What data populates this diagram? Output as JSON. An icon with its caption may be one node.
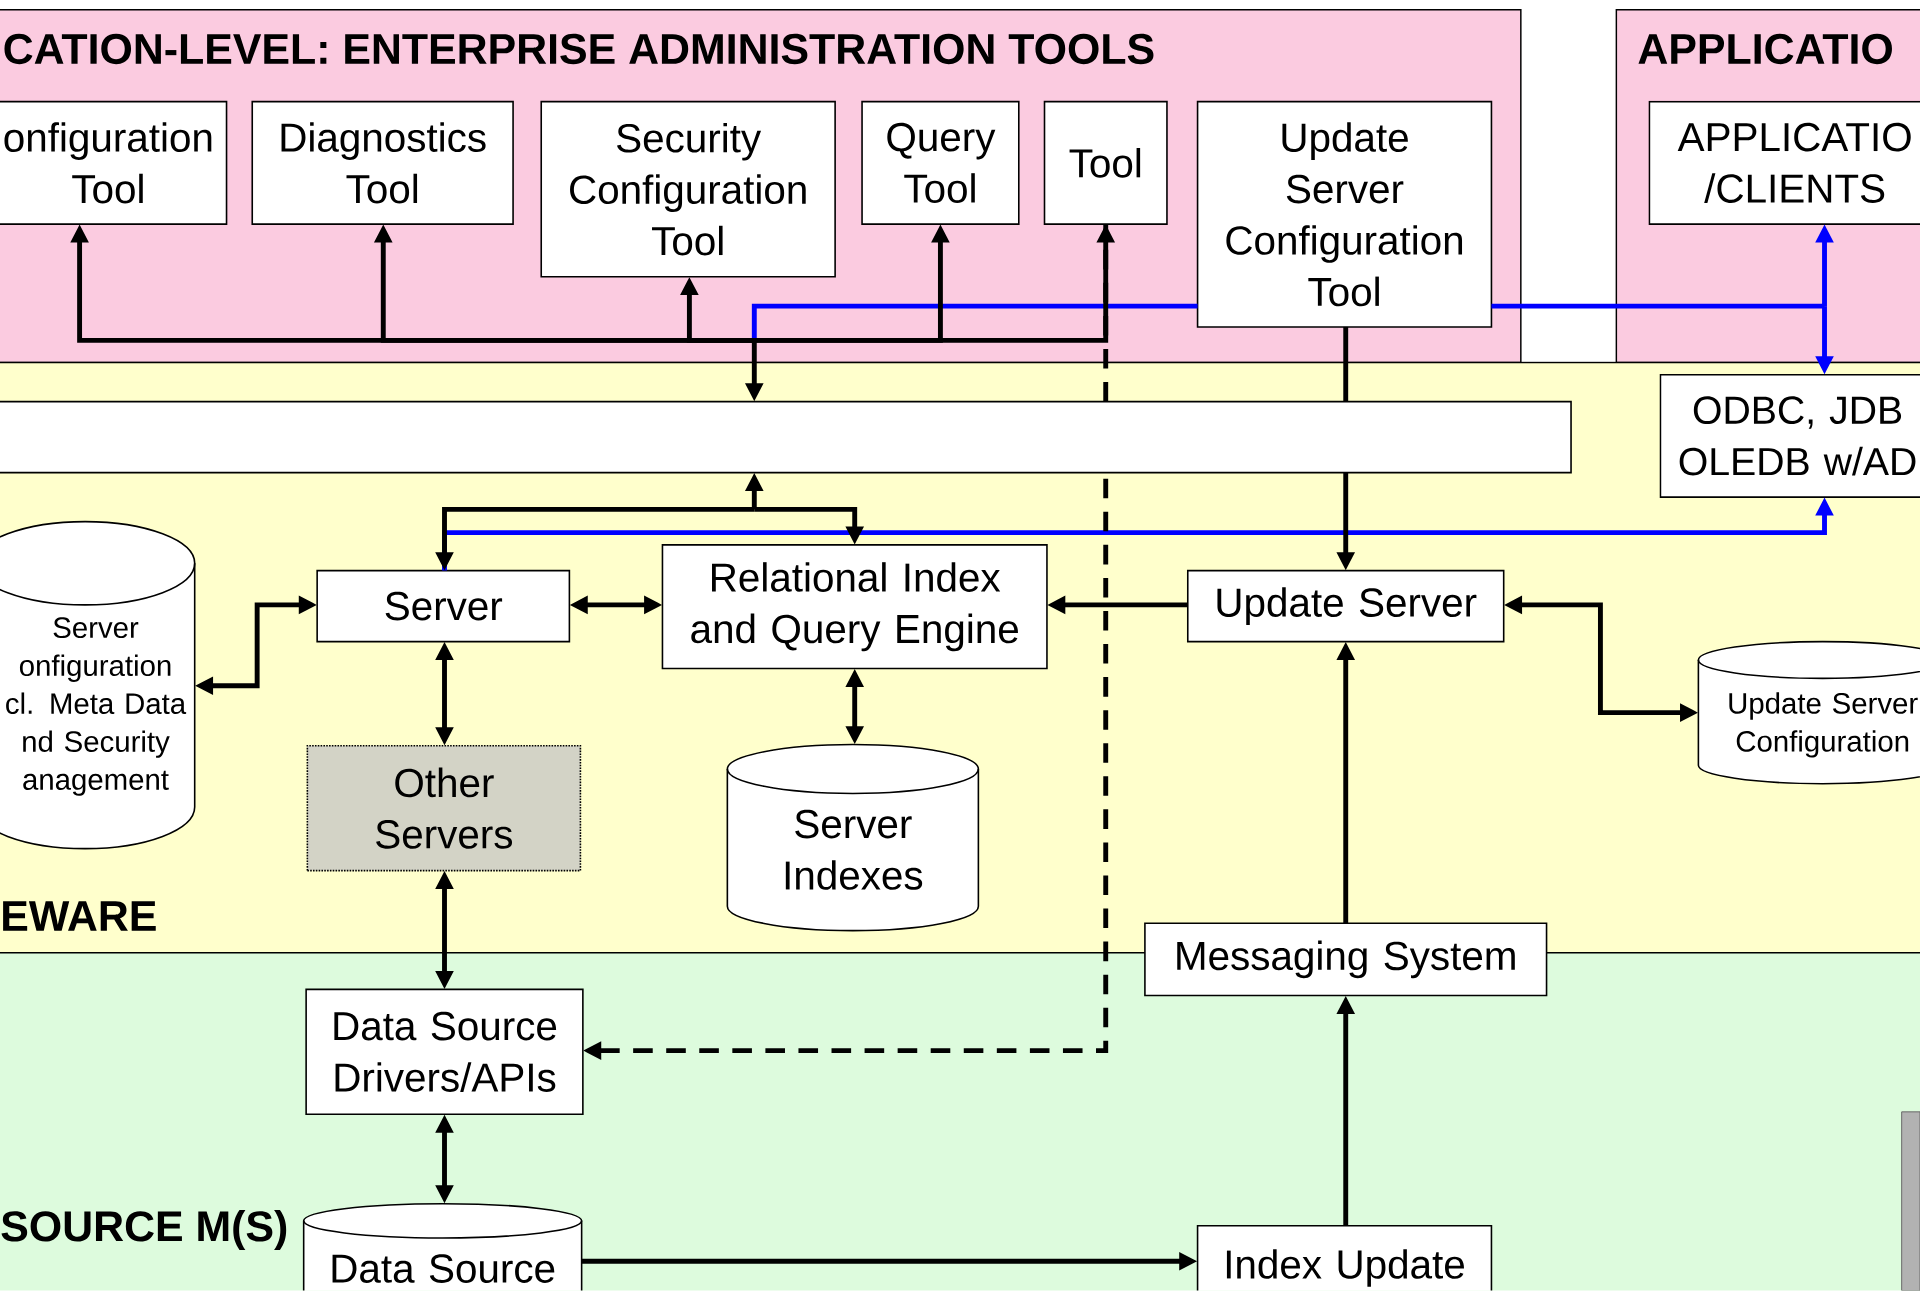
{
  "diagram": {
    "nodes": [
      {
        "text": [
          "CATION-LEVEL: ENTERPRISE ADMINISTRATION TOOLS"
        ]
      },
      {
        "text": [
          "onfiguration Tool"
        ],
        "in": 0
      },
      {
        "text": [
          "Diagnostics Tool"
        ],
        "in": 0
      },
      {
        "text": [
          "Security Configuration Tool"
        ],
        "in": 0
      },
      {
        "text": [
          "Query Tool"
        ],
        "in": 0
      },
      {
        "text": [
          "Tool"
        ],
        "in": 0
      },
      {
        "text": [
          "Update Server Configuration Tool"
        ],
        "in": 0
      },
      {
        "text": [
          "APPLICATIO"
        ]
      },
      {
        "text": [
          "APPLICATIO /CLIENTS"
        ],
        "in": 7
      },
      {
        "text": [
          "EWARE"
        ]
      },
      {
        "text": [],
        "shape": "bar",
        "in": 9
      },
      {
        "text": [
          "ODBC, JDB OLEDB w/AD"
        ],
        "in": 9
      },
      {
        "text": [
          "Server onfiguration cl. Meta Data nd Security anagement"
        ],
        "in": 9
      },
      {
        "text": [
          "Server"
        ],
        "in": 9
      },
      {
        "text": [
          "Relational Index and Query Engine"
        ],
        "in": 9
      },
      {
        "text": [
          "Update Server"
        ],
        "in": 9
      },
      {
        "text": [
          "Update Server Configuration"
        ],
        "in": 9
      },
      {
        "text": [
          "Other Servers"
        ],
        "in": 9
      },
      {
        "text": [
          "Server Indexes"
        ],
        "in": 9
      },
      {
        "text": [
          "Messaging System"
        ]
      },
      {
        "text": [
          "SOURCE M(S)"
        ]
      },
      {
        "text": [
          "Data Source Drivers/APIs"
        ],
        "in": 20
      },
      {
        "text": [
          "Data Source"
        ],
        "in": 20
      },
      {
        "text": [
          "Index Update"
        ],
        "in": 20
      }
    ],
    "edges": [
      {
        "from": 10,
        "to": 1,
        "arrow": "both"
      },
      {
        "from": 10,
        "to": 2,
        "arrow": "both"
      },
      {
        "from": 10,
        "to": 3,
        "arrow": "both"
      },
      {
        "from": 10,
        "to": 4,
        "arrow": "both"
      },
      {
        "from": 10,
        "to": 5,
        "arrow": "both"
      },
      {
        "from": 6,
        "to": 10,
        "arrow": "to",
        "color": "#0000ff"
      },
      {
        "from": 6,
        "to": 8,
        "arrow": "to",
        "color": "#0000ff"
      },
      {
        "from": 6,
        "to": 11,
        "arrow": "to",
        "color": "#0000ff"
      },
      {
        "from": 10,
        "to": 13,
        "arrow": "both"
      },
      {
        "from": 10,
        "to": 14,
        "arrow": "both"
      },
      {
        "from": 13,
        "to": 11,
        "arrow": "to",
        "color": "#0000ff"
      },
      {
        "from": 12,
        "to": 13,
        "arrow": "both"
      },
      {
        "from": 13,
        "to": 14,
        "arrow": "both"
      },
      {
        "from": 15,
        "to": 14,
        "arrow": "to"
      },
      {
        "from": 6,
        "to": 10,
        "arrow": "none"
      },
      {
        "from": 10,
        "to": 15,
        "arrow": "to"
      },
      {
        "from": 5,
        "to": 10,
        "arrow": "none",
        "style": "dashed"
      },
      {
        "from": 10,
        "to": 21,
        "arrow": "to",
        "style": "dashed"
      },
      {
        "from": 15,
        "to": 16,
        "arrow": "both"
      },
      {
        "from": 13,
        "to": 17,
        "arrow": "both"
      },
      {
        "from": 14,
        "to": 18,
        "arrow": "both"
      },
      {
        "from": 17,
        "to": 21,
        "arrow": "both"
      },
      {
        "from": 21,
        "to": 22,
        "arrow": "both"
      },
      {
        "from": 22,
        "to": 23,
        "arrow": "to"
      },
      {
        "from": 23,
        "to": 19,
        "arrow": "to"
      },
      {
        "from": 19,
        "to": 15,
        "arrow": "to"
      }
    ]
  }
}
